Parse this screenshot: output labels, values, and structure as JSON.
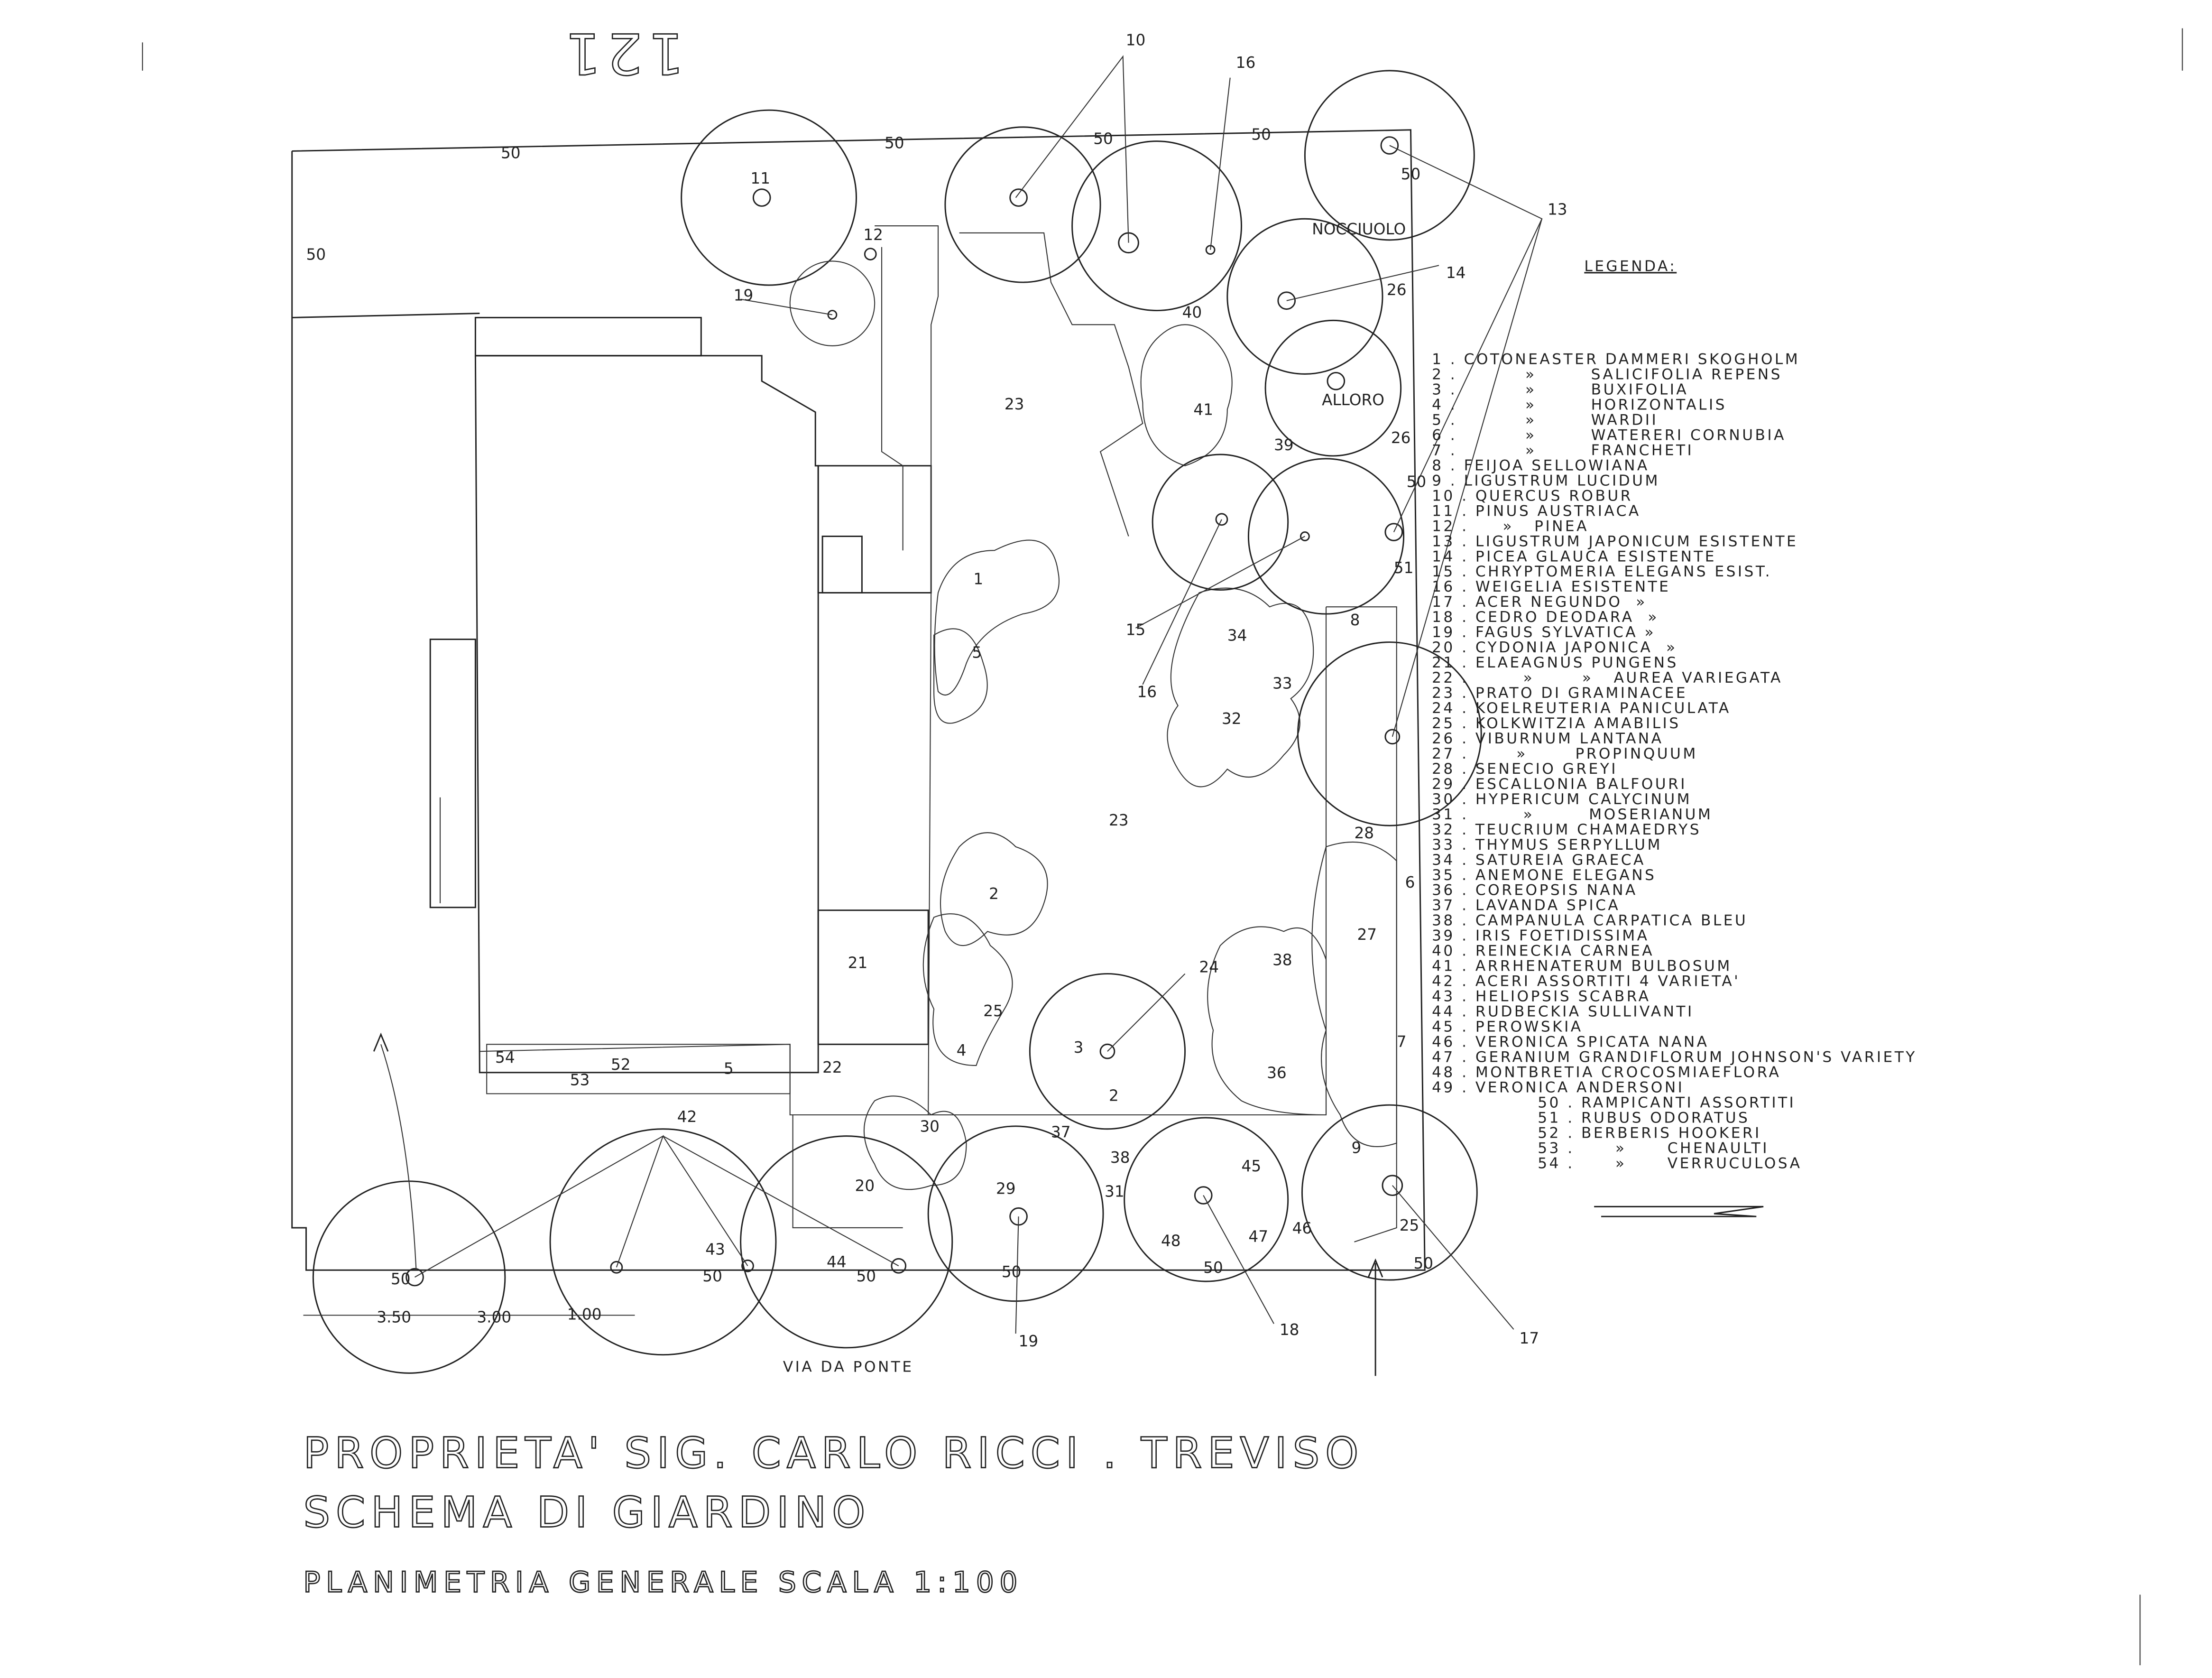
{
  "sheet_number": "121",
  "street_label": "VIA DA PONTE",
  "legend_title": "LEGENDA:",
  "title": {
    "line1": "PROPRIETA' SIG. CARLO RICCI . TREVISO",
    "line2": "SCHEMA DI GIARDINO",
    "line3": "PLANIMETRIA GENERALE SCALA 1:100"
  },
  "legend": [
    "1 . COTONEASTER DAMMERI SKOGHOLM",
    "2 .          »        SALICIFOLIA REPENS",
    "3 .          »        BUXIFOLIA",
    "4 .          »        HORIZONTALIS",
    "5 .          »        WARDII",
    "6 .          »        WATERERI CORNUBIA",
    "7 .          »        FRANCHETI",
    "8 . FEIJOA SELLOWIANA",
    "9 . LIGUSTRUM LUCIDUM",
    "10 . QUERCUS ROBUR",
    "11 . PINUS AUSTRIACA",
    "12 .     »   PINEA",
    "13 . LIGUSTRUM JAPONICUM ESISTENTE",
    "14 . PICEA GLAUCA ESISTENTE",
    "15 . CHRYPTOMERIA ELEGANS ESIST.",
    "16 . WEIGELIA ESISTENTE",
    "17 . ACER NEGUNDO  »",
    "18 . CEDRO DEODARA  »",
    "19 . FAGUS SYLVATICA »",
    "20 . CYDONIA JAPONICA  »",
    "21 . ELAEAGNUS PUNGENS",
    "22 .        »       »   AUREA VARIEGATA",
    "23 . PRATO DI GRAMINACEE",
    "24 . KOELREUTERIA PANICULATA",
    "25 . KOLKWITZIA AMABILIS",
    "26 . VIBURNUM LANTANA",
    "27 .       »       PROPINQUUM",
    "28 . SENECIO GREYI",
    "29 . ESCALLONIA BALFOURI",
    "30 . HYPERICUM CALYCINUM",
    "31 .        »        MOSERIANUM",
    "32 . TEUCRIUM CHAMAEDRYS",
    "33 . THYMUS SERPYLLUM",
    "34 . SATUREIA GRAECA",
    "35 . ANEMONE ELEGANS",
    "36 . COREOPSIS NANA",
    "37 . LAVANDA SPICA",
    "38 . CAMPANULA CARPATICA BLEU",
    "39 . IRIS FOETIDISSIMA",
    "40 . REINECKIA CARNEA",
    "41 . ARRHENATERUM BULBOSUM",
    "42 . ACERI ASSORTITI 4 VARIETA'",
    "43 . HELIOPSIS SCABRA",
    "44 . RUDBECKIA SULLIVANTI",
    "45 . PEROWSKIA",
    "46 . VERONICA SPICATA NANA",
    "47 . GERANIUM GRANDIFLORUM JOHNSON'S VARIETY",
    "48 . MONTBRETIA CROCOSMIAEFLORA",
    "49 . VERONICA ANDERSONI",
    "50 . RAMPICANTI ASSORTITI",
    "51 . RUBUS ODORATUS",
    "52 . BERBERIS HOOKERI",
    "53 .      »      CHENAULTI",
    "54 .      »      VERRUCULOSA"
  ],
  "plan_labels": [
    "50",
    "50",
    "50",
    "50",
    "50",
    "50",
    "11",
    "12",
    "19",
    "10",
    "16",
    "13",
    "NOCCIUOLO",
    "14",
    "26",
    "40",
    "23",
    "41",
    "ALLORO",
    "39",
    "26",
    "50",
    "51",
    "1",
    "8",
    "15",
    "34",
    "33",
    "5",
    "16",
    "32",
    "23",
    "28",
    "6",
    "2",
    "27",
    "38",
    "21",
    "24",
    "25",
    "7",
    "3",
    "4",
    "54",
    "52",
    "5",
    "22",
    "53",
    "36",
    "2",
    "42",
    "30",
    "37",
    "38",
    "45",
    "9",
    "31",
    "20",
    "29",
    "48",
    "47",
    "46",
    "25",
    "43",
    "44",
    "50",
    "50",
    "50",
    "50",
    "50",
    "50",
    "19",
    "18",
    "17",
    "3.50",
    "3.00",
    "1.00"
  ],
  "ink_color": "#222222"
}
